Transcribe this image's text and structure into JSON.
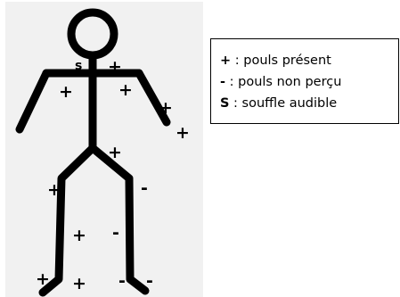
{
  "figure": {
    "markers": {
      "present": "+",
      "absent": "-",
      "souffle": "s"
    }
  },
  "legend": {
    "items": [
      {
        "symbol": "+",
        "text": " : pouls présent"
      },
      {
        "symbol": "-",
        "text": " : pouls non perçu"
      },
      {
        "symbol": "S",
        "text": " : souffle audible"
      }
    ]
  },
  "colors": {
    "ink": "#000000",
    "paper": "#f1f1f1",
    "background": "#ffffff"
  }
}
